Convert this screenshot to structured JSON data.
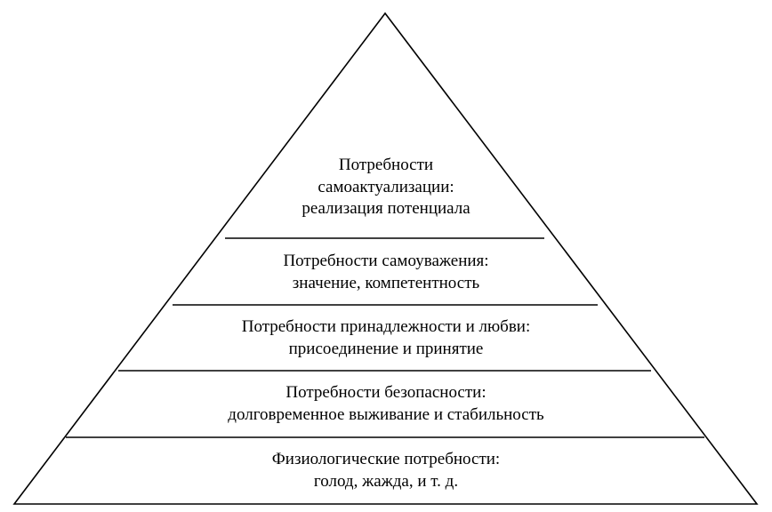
{
  "pyramid": {
    "levels": [
      {
        "lines": [
          "Потребности",
          "самоактуализации:",
          "реализация потенциала"
        ]
      },
      {
        "lines": [
          "Потребности самоуважения:",
          "значение, компетентность"
        ]
      },
      {
        "lines": [
          "Потребности принадлежности и любви:",
          "присоединение и принятие"
        ]
      },
      {
        "lines": [
          "Потребности безопасности:",
          "долговременное выживание и стабильность"
        ]
      },
      {
        "lines": [
          "Физиологические потребности:",
          "голод, жажда, и т. д."
        ]
      }
    ]
  }
}
